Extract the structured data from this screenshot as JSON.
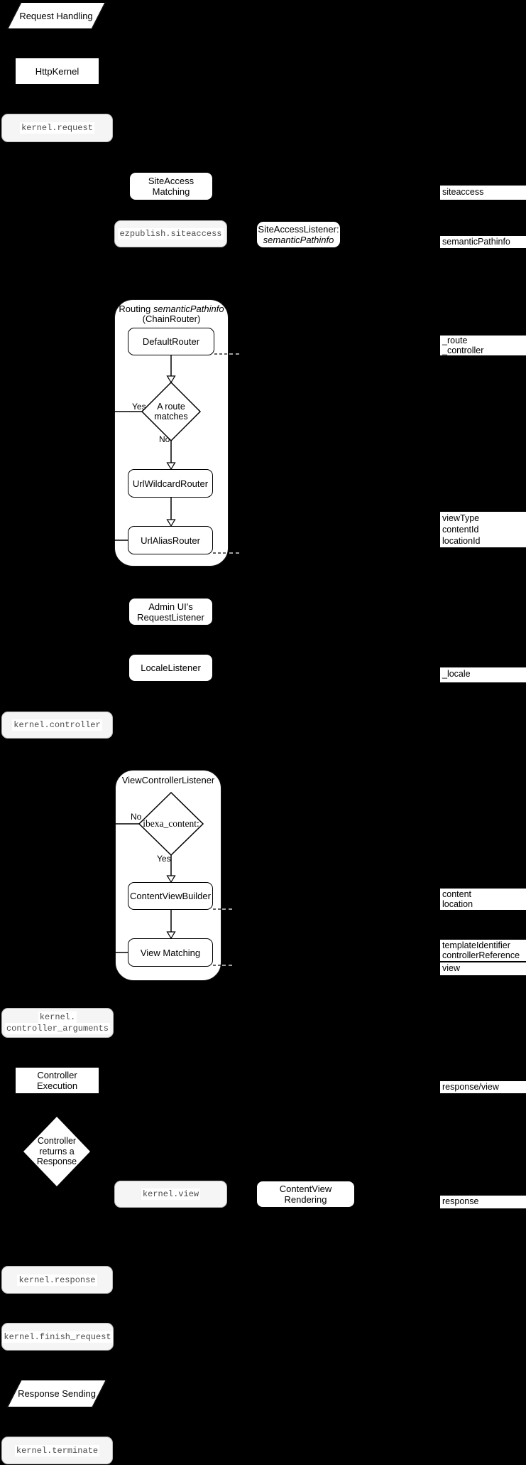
{
  "flow": {
    "request_handling": "Request Handling",
    "http_kernel": "HttpKernel",
    "kernel_request": "kernel.request",
    "siteaccess_matching": "SiteAccess Matching",
    "ezpublish_siteaccess": "ezpublish.siteaccess",
    "siteaccess_listener_line1": "SiteAccessListener:",
    "siteaccess_listener_line2": "semanticPathinfo",
    "routing_title_normal": "Routing ",
    "routing_title_italic": "semanticPathinfo",
    "routing_title_line2": "(ChainRouter)",
    "default_router": "DefaultRouter",
    "route_matches_line1": "A route",
    "route_matches_line2": "matches",
    "yes": "Yes",
    "no": "No",
    "url_wildcard_router": "UrlWildcardRouter",
    "url_alias_router": "UrlAliasRouter",
    "admin_ui_line1": "Admin UI's",
    "admin_ui_line2": "RequestListener",
    "locale_listener": "LocaleListener",
    "kernel_controller": "kernel.controller",
    "view_controller_listener": "ViewControllerListener",
    "ibexa_content": "ibexa_content:",
    "content_view_builder": "ContentViewBuilder",
    "view_matching": "View Matching",
    "kernel_controller_arguments_line1": "kernel.",
    "kernel_controller_arguments_line2": "controller_arguments",
    "controller_execution": "Controller Execution",
    "controller_returns_line1": "Controller",
    "controller_returns_line2": "returns a",
    "controller_returns_line3": "Response",
    "kernel_view": "kernel.view",
    "content_view_rendering": "ContentView Rendering",
    "kernel_response": "kernel.response",
    "kernel_finish_request": "kernel.finish_request",
    "response_sending": "Response Sending",
    "kernel_terminate": "kernel.terminate"
  },
  "labels": {
    "siteaccess": "siteaccess",
    "semantic_pathinfo": "semanticPathinfo",
    "route_controller": [
      "_route",
      "_controller"
    ],
    "view_params": [
      "viewType",
      "contentId",
      "locationId"
    ],
    "locale": "_locale",
    "content_location": [
      "content",
      "location"
    ],
    "template_refs": [
      "templateIdentifier",
      "controllerReference"
    ],
    "view": "view",
    "response_view": "response/view",
    "response": "response"
  },
  "colors": {
    "background": "#000000",
    "shape_fill": "#ffffff",
    "shape_stroke": "#000000",
    "event_fill": "#f5f5f5",
    "event_text": "#4b4b4b"
  }
}
